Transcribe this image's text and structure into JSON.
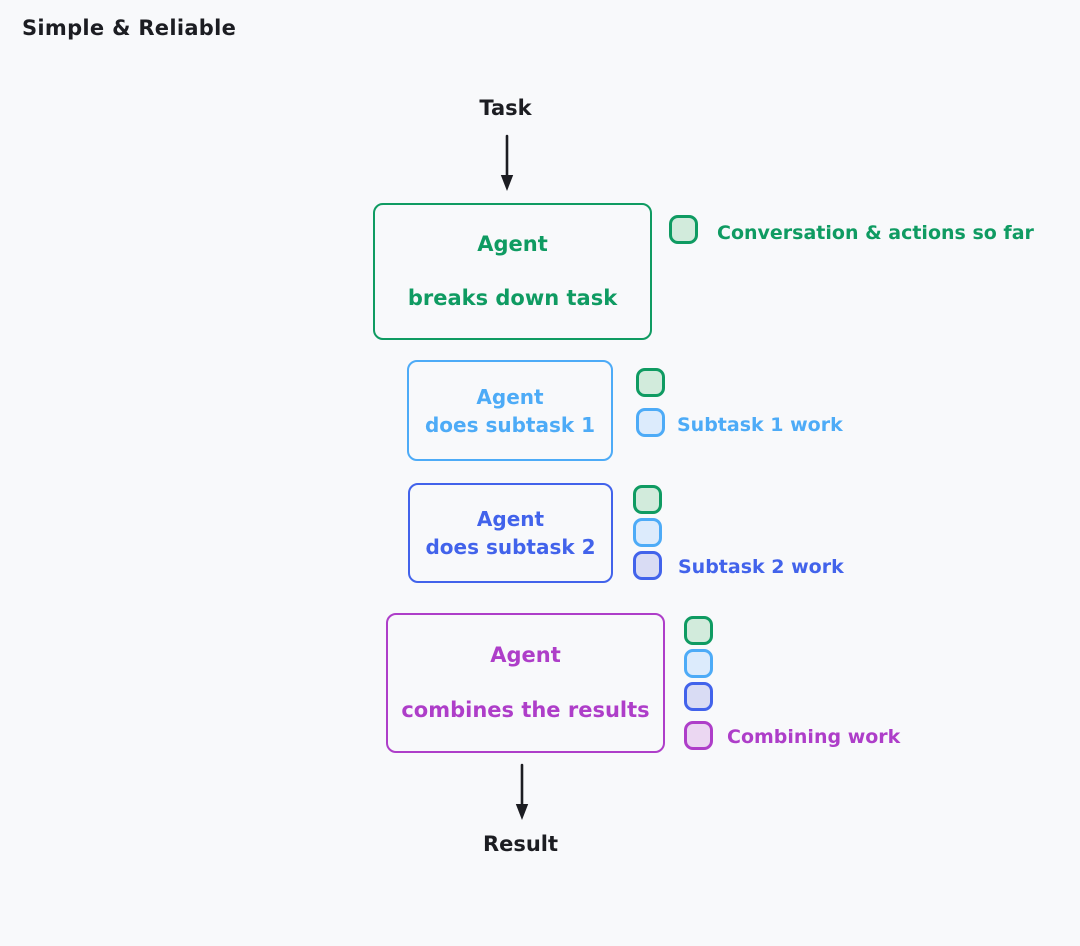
{
  "title": "Simple & Reliable",
  "colors": {
    "ink": "#1c1d22",
    "background": "#f8f9fb",
    "green": "#0f9b62",
    "green_fill": "#d2ebdc",
    "blue": "#4dabf7",
    "blue_fill": "#dcebfc",
    "indigo": "#4263eb",
    "indigo_fill": "#d9dcf4",
    "purple": "#ae3ec9",
    "purple_fill": "#ebd7f2"
  },
  "flow": {
    "start_label": "Task",
    "end_label": "Result"
  },
  "nodes": [
    {
      "name": "agent-breaks-down-task",
      "lines": [
        "Agent",
        "breaks down task"
      ],
      "color": "green"
    },
    {
      "name": "agent-does-subtask-1",
      "lines": [
        "Agent",
        "does subtask 1"
      ],
      "color": "blue"
    },
    {
      "name": "agent-does-subtask-2",
      "lines": [
        "Agent",
        "does subtask 2"
      ],
      "color": "indigo"
    },
    {
      "name": "agent-combines-results",
      "lines": [
        "Agent",
        "combines the results"
      ],
      "color": "purple"
    }
  ],
  "legend_groups": [
    {
      "label": "Conversation & actions so far",
      "color": "green",
      "chips": [
        "green"
      ]
    },
    {
      "label": "Subtask 1 work",
      "color": "blue",
      "chips": [
        "green",
        "blue"
      ]
    },
    {
      "label": "Subtask 2 work",
      "color": "indigo",
      "chips": [
        "green",
        "blue",
        "indigo"
      ]
    },
    {
      "label": "Combining work",
      "color": "purple",
      "chips": [
        "green",
        "blue",
        "indigo",
        "purple"
      ]
    }
  ]
}
